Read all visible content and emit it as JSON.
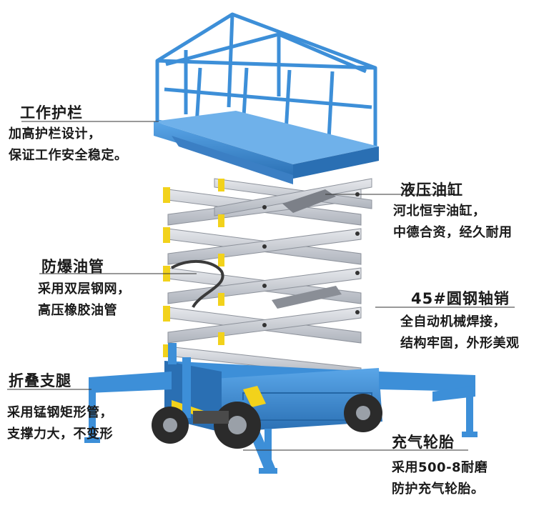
{
  "callouts": {
    "guardrail": {
      "title": "工作护栏",
      "lines": [
        "加高护栏设计，",
        "保证工作安全稳定。"
      ]
    },
    "oil_cylinder": {
      "title": "液压油缸",
      "lines": [
        "河北恒宇油缸，",
        "中德合资，经久耐用"
      ]
    },
    "oil_pipe": {
      "title": "防爆油管",
      "lines": [
        "采用双层钢网，",
        "高压橡胶油管"
      ]
    },
    "pin_shaft": {
      "title": "45#圆钢轴销",
      "lines": [
        "全自动机械焊接，",
        "结构牢固，外形美观"
      ]
    },
    "outrigger": {
      "title": "折叠支腿",
      "lines": [
        "采用锰钢矩形管，",
        "支撑力大，不变形"
      ]
    },
    "tire": {
      "title": "充气轮胎",
      "lines": [
        "采用500-8耐磨",
        "防护充气轮胎。"
      ]
    }
  },
  "colors": {
    "frame_blue": "#3d8fd8",
    "frame_blue_dark": "#2a6fb3",
    "scissor_grey": "#c9ccd3",
    "warning_yellow": "#f2d21b",
    "tire_black": "#2b2b2b"
  }
}
